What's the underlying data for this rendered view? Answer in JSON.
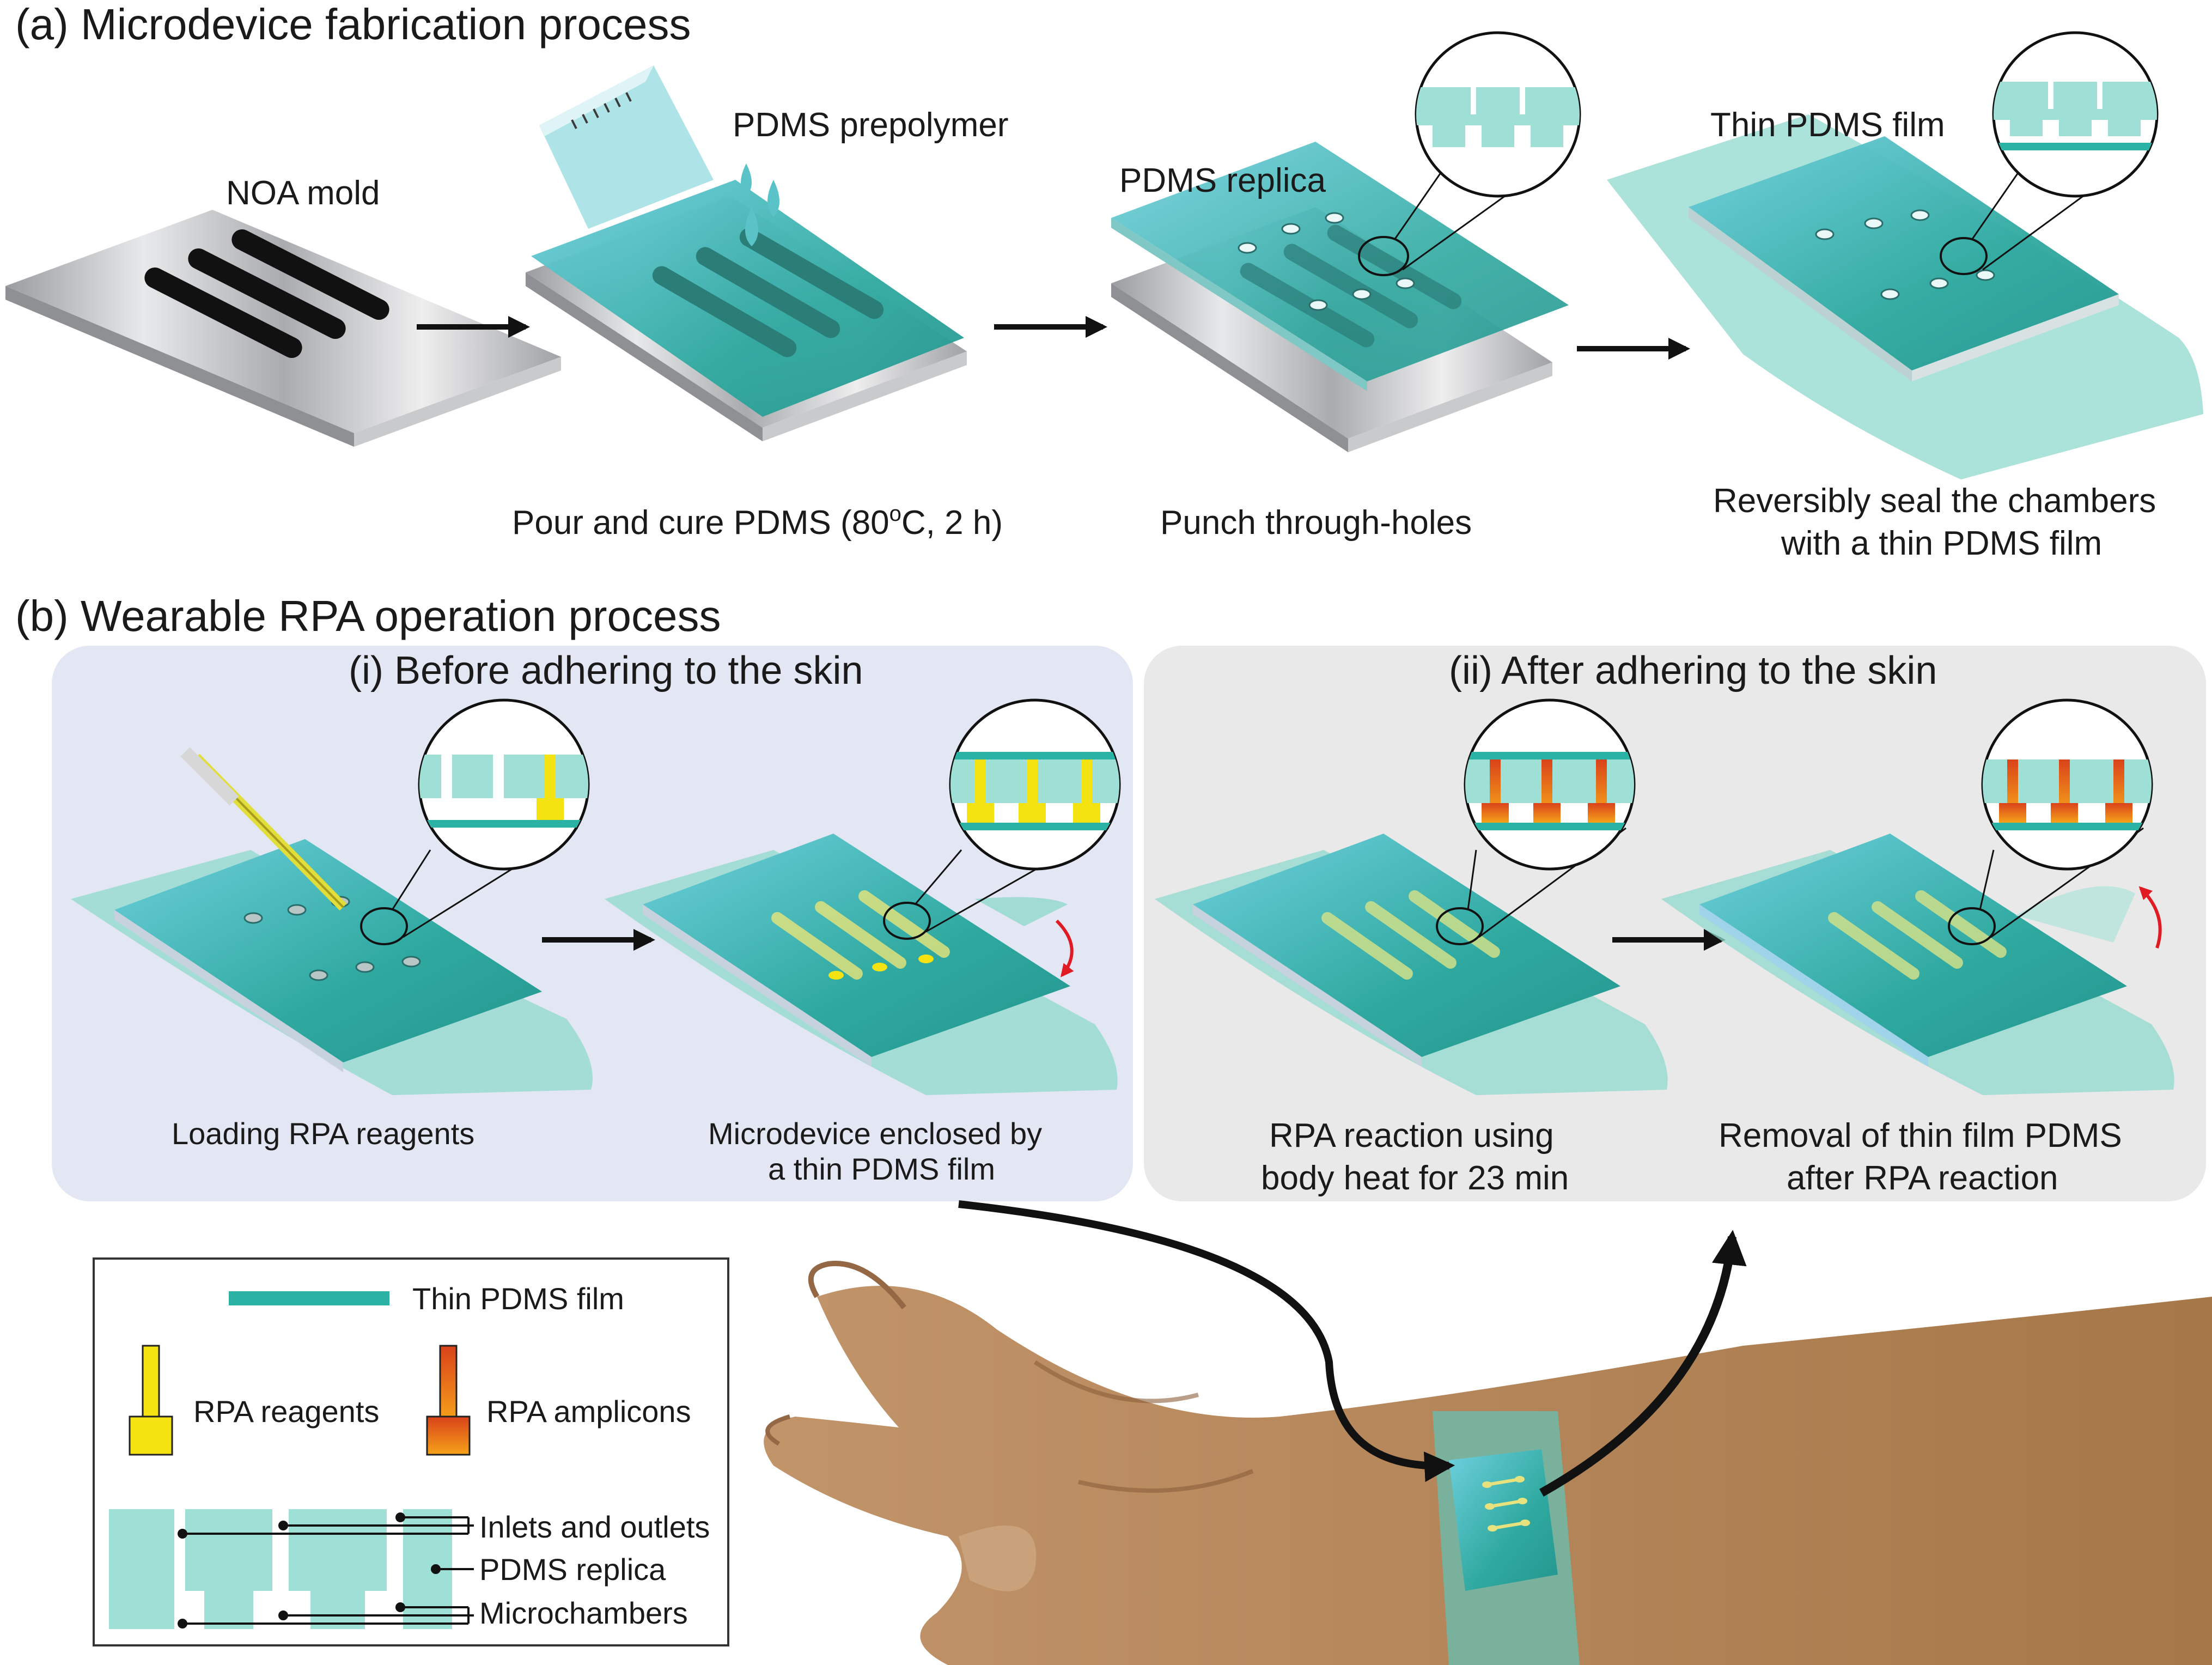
{
  "panel_a": {
    "title": "(a) Microdevice fabrication process",
    "labels": {
      "noa_mold": "NOA mold",
      "pdms_prepolymer": "PDMS prepolymer",
      "pdms_replica": "PDMS replica",
      "thin_film": "Thin PDMS film"
    },
    "captions": {
      "pour": "Pour and cure PDMS (80",
      "pour_sup": "o",
      "pour_end": "C, 2 h)",
      "punch": "Punch through-holes",
      "seal_1": "Reversibly seal the chambers",
      "seal_2": "with a thin PDMS film"
    }
  },
  "panel_b": {
    "title": "(b) Wearable RPA operation process",
    "before": {
      "title": "(i) Before adhering to the skin",
      "step1": "Loading RPA reagents",
      "step2_1": "Microdevice enclosed by",
      "step2_2": "a thin PDMS film"
    },
    "after": {
      "title": "(ii) After adhering to the skin",
      "step1_1": "RPA reaction using",
      "step1_2": "body heat for 23 min",
      "step2_1": "Removal of thin film PDMS",
      "step2_2": "after RPA reaction"
    }
  },
  "legend": {
    "thin_film": "Thin PDMS film",
    "reagents": "RPA reagents",
    "amplicons": "RPA amplicons",
    "inlets": "Inlets and outlets",
    "replica": "PDMS replica",
    "chambers": "Microchambers"
  },
  "colors": {
    "pdms_teal": "#3fb8ad",
    "film_teal": "#8fd8cc",
    "legend_film": "#2ab3a5",
    "reagent_yellow": "#f4e311",
    "amplicon_orange": "#e8501e",
    "skin": "#b38355",
    "panel_before_bg": "#e3e6f3",
    "panel_after_bg": "#e9e9e9"
  }
}
